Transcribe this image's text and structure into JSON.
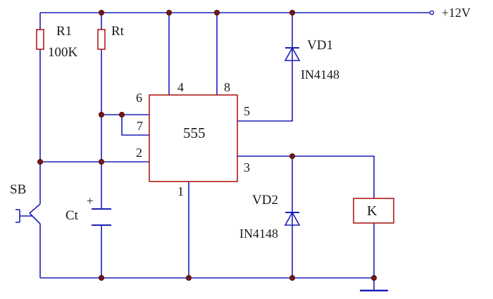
{
  "supply_label": "+12V",
  "ic": {
    "name": "555"
  },
  "pins": {
    "p1": "1",
    "p2": "2",
    "p3": "3",
    "p4": "4",
    "p5": "5",
    "p6": "6",
    "p7": "7",
    "p8": "8"
  },
  "components": {
    "r1": {
      "ref": "R1",
      "value": "100K"
    },
    "rt": {
      "ref": "Rt"
    },
    "ct": {
      "ref": "Ct",
      "polarity": "+"
    },
    "sb": {
      "ref": "SB"
    },
    "vd1": {
      "ref": "VD1",
      "value": "IN4148"
    },
    "vd2": {
      "ref": "VD2",
      "value": "IN4148"
    },
    "k": {
      "ref": "K"
    }
  },
  "colors": {
    "wire": "#1b1fb8",
    "component": "#b11a1a",
    "node": "#7a1414"
  }
}
